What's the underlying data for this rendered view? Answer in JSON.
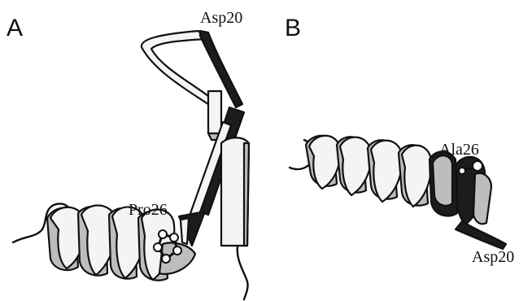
{
  "panels": [
    {
      "letter": "A",
      "labels": {
        "top_residue": "Asp20",
        "helix_residue": "Pro26"
      }
    },
    {
      "letter": "B",
      "labels": {
        "helix_residue": "Ala26",
        "end_residue": "Asp20"
      }
    }
  ],
  "colors": {
    "light_ribbon": "#f4f4f4",
    "shaded_ribbon": "#bdbdbd",
    "dark_ribbon": "#1c1c1c",
    "outline": "#111111"
  }
}
